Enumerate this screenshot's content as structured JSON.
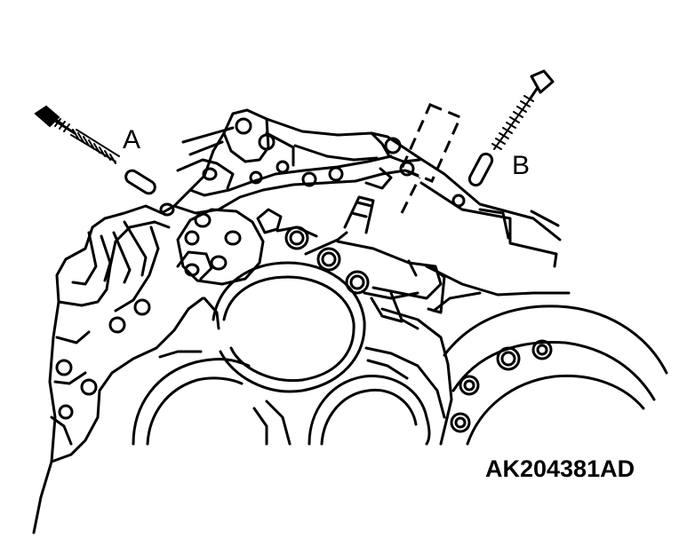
{
  "labels": {
    "a": "A",
    "b": "B"
  },
  "figure_id": "AK204381AD",
  "colors": {
    "line": "#000000",
    "background": "#ffffff"
  }
}
